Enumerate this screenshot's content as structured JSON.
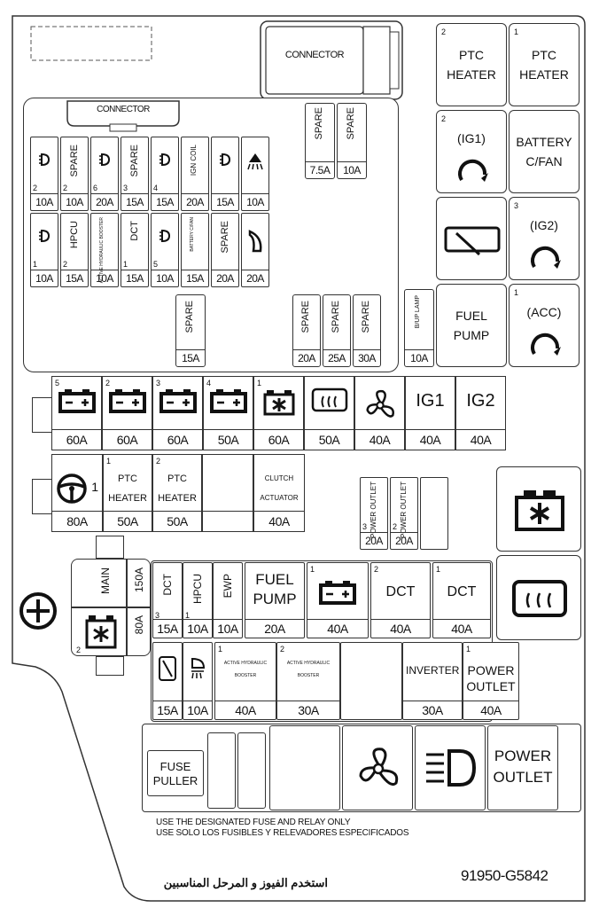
{
  "top": {
    "connector_label": "CONNECTOR",
    "ptc_heater_2_num": "2",
    "ptc_heater_2": "PTC HEATER",
    "ptc_heater_1_num": "1",
    "ptc_heater_1": "PTC HEATER",
    "ig1_num": "2",
    "ig1": "(IG1)",
    "battery_cfan": "BATTERY C/FAN",
    "ig2_num": "3",
    "ig2": "(IG2)",
    "fuel_pump": "FUEL PUMP",
    "acc_num": "1",
    "acc": "(ACC)"
  },
  "upper_block": {
    "connector_label": "CONNECTOR",
    "spares_top": [
      {
        "label": "SPARE",
        "amp": "7.5A"
      },
      {
        "label": "SPARE",
        "amp": "10A"
      }
    ],
    "row1": [
      {
        "num": "2",
        "label": "",
        "icon": "lamp-icon",
        "amp": "10A"
      },
      {
        "num": "2",
        "label": "SPARE",
        "icon": "",
        "amp": "10A"
      },
      {
        "num": "6",
        "label": "",
        "icon": "lamp-icon",
        "amp": "20A"
      },
      {
        "num": "3",
        "label": "SPARE",
        "icon": "",
        "amp": "15A"
      },
      {
        "num": "4",
        "label": "",
        "icon": "lamp-icon",
        "amp": "15A"
      },
      {
        "num": "",
        "label": "IGN COIL",
        "icon": "",
        "amp": "20A"
      },
      {
        "num": "",
        "label": "",
        "icon": "lamp-icon",
        "amp": "15A"
      },
      {
        "num": "",
        "label": "",
        "icon": "interior-lamp-icon",
        "amp": "10A"
      }
    ],
    "row2": [
      {
        "num": "1",
        "label": "",
        "icon": "lamp-icon",
        "amp": "10A"
      },
      {
        "num": "2",
        "label": "HPCU",
        "icon": "",
        "amp": "15A"
      },
      {
        "num": "",
        "label": "ACTIVE HYDRAULIC BOOSTER",
        "icon": "",
        "amp": "10A"
      },
      {
        "num": "1",
        "label": "DCT",
        "icon": "",
        "amp": "15A"
      },
      {
        "num": "5",
        "label": "",
        "icon": "lamp-icon",
        "amp": "10A"
      },
      {
        "num": "",
        "label": "BATTERY C/FAN",
        "icon": "",
        "amp": "15A"
      },
      {
        "num": "",
        "label": "SPARE",
        "icon": "",
        "amp": "20A"
      },
      {
        "num": "",
        "label": "",
        "icon": "horn-icon",
        "amp": "20A"
      }
    ],
    "spare_mid": {
      "label": "SPARE",
      "amp": "15A"
    },
    "spares_bottom": [
      {
        "label": "SPARE",
        "amp": "20A"
      },
      {
        "label": "SPARE",
        "amp": "25A"
      },
      {
        "label": "SPARE",
        "amp": "30A"
      }
    ],
    "bup_lamp": {
      "label": "B/UP LAMP",
      "amp": "10A"
    }
  },
  "big_fuse_row": [
    {
      "num": "5",
      "icon": "battery-icon",
      "label": "",
      "amp": "60A"
    },
    {
      "num": "2",
      "icon": "battery-icon",
      "label": "",
      "amp": "60A"
    },
    {
      "num": "3",
      "icon": "battery-icon",
      "label": "",
      "amp": "60A"
    },
    {
      "num": "4",
      "icon": "battery-icon",
      "label": "",
      "amp": "50A"
    },
    {
      "num": "1",
      "icon": "engine-icon",
      "label": "",
      "amp": "60A"
    },
    {
      "num": "",
      "icon": "rear-defrost-icon",
      "label": "",
      "amp": "50A"
    },
    {
      "num": "",
      "icon": "fan-icon",
      "label": "",
      "amp": "40A"
    },
    {
      "num": "",
      "icon": "",
      "label": "IG1",
      "amp": "40A"
    },
    {
      "num": "",
      "icon": "",
      "label": "IG2",
      "amp": "40A"
    }
  ],
  "second_row": [
    {
      "num": "1",
      "icon": "steering-icon",
      "label": "",
      "amp": "80A"
    },
    {
      "num": "1",
      "icon": "",
      "label": "PTC HEATER",
      "amp": "50A"
    },
    {
      "num": "2",
      "icon": "",
      "label": "PTC HEATER",
      "amp": "50A"
    },
    {
      "num": "",
      "icon": "",
      "label": "",
      "amp": ""
    },
    {
      "num": "",
      "icon": "",
      "label": "CLUTCH ACTUATOR",
      "amp": "40A"
    }
  ],
  "power_outlet_small": [
    {
      "num": "3",
      "label": "POWER OUTLET",
      "amp": "20A"
    },
    {
      "num": "2",
      "label": "POWER OUTLET",
      "amp": "20A"
    },
    {
      "num": "",
      "label": "",
      "amp": ""
    }
  ],
  "main_block": {
    "main_label": "MAIN",
    "main_amp": "150A",
    "engine_num": "2",
    "engine_amp": "80A"
  },
  "lower_row1": [
    {
      "num": "3",
      "label": "DCT",
      "icon": "",
      "amp": "15A"
    },
    {
      "num": "1",
      "label": "HPCU",
      "icon": "",
      "amp": "10A"
    },
    {
      "num": "",
      "label": "EWP",
      "icon": "",
      "amp": "10A"
    },
    {
      "num": "",
      "label": "FUEL PUMP",
      "icon": "",
      "amp": "20A"
    },
    {
      "num": "1",
      "label": "",
      "icon": "battery-icon",
      "amp": "40A"
    },
    {
      "num": "2",
      "label": "DCT",
      "icon": "",
      "amp": "40A"
    },
    {
      "num": "1",
      "label": "DCT",
      "icon": "",
      "amp": "40A"
    }
  ],
  "lower_row2": [
    {
      "num": "",
      "label": "",
      "icon": "wiper-icon",
      "amp": "15A"
    },
    {
      "num": "",
      "label": "",
      "icon": "headlamp-icon",
      "amp": "10A"
    },
    {
      "num": "1",
      "label": "ACTIVE HYDRAULIC BOOSTER",
      "icon": "",
      "amp": "40A"
    },
    {
      "num": "2",
      "label": "ACTIVE HYDRAULIC BOOSTER",
      "icon": "",
      "amp": "30A"
    },
    {
      "num": "",
      "label": "",
      "icon": "",
      "amp": ""
    },
    {
      "num": "",
      "label": "INVERTER",
      "icon": "",
      "amp": "30A"
    },
    {
      "num": "1",
      "label": "POWER OUTLET",
      "icon": "",
      "amp": "40A"
    }
  ],
  "bottom_row": {
    "fuse_puller": "FUSE PULLER",
    "power_outlet": "POWER OUTLET"
  },
  "notes": {
    "en": "USE THE DESIGNATED FUSE AND RELAY ONLY",
    "es": "USE SOLO LOS FUSIBLES Y RELEVADORES ESPECIFICADOS",
    "ar": "استخدم الفيوز و المرحل المناسبين",
    "part_number": "91950-G5842"
  }
}
